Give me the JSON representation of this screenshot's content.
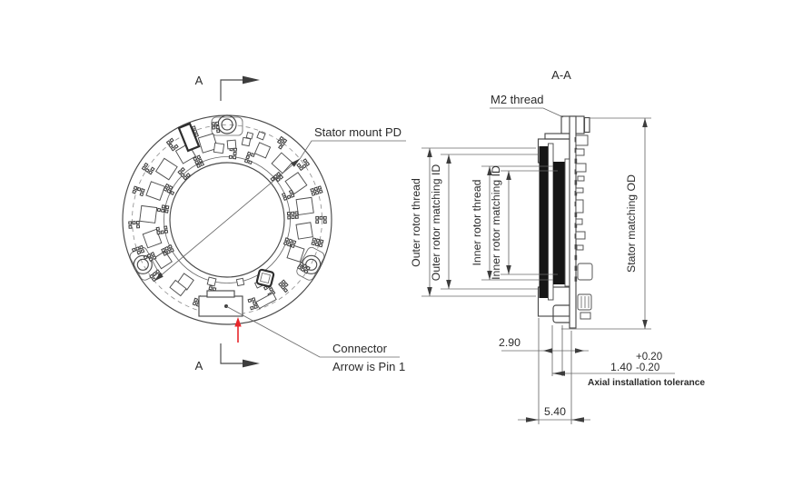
{
  "drawing_type": "engineering-drawing",
  "colors": {
    "line": "#4a4a4a",
    "dimension_line": "#6a6a6a",
    "text": "#2b2b2b",
    "accent_red": "#e8272b",
    "thread_fill": "#161616"
  },
  "front_view": {
    "section_marker_top": "A",
    "section_marker_bottom": "A",
    "stator_mount_pd_label": "Stator mount PD",
    "connector_label": "Connector",
    "connector_note": "Arrow is Pin 1"
  },
  "section_view": {
    "title": "A-A",
    "m2_thread_label": "M2 thread",
    "outer_rotor_thread_label": "Outer rotor thread",
    "outer_rotor_matching_id_label": "Outer rotor matching ID",
    "inner_rotor_thread_label": "Inner rotor thread",
    "inner_rotor_matching_id_label": "Inner rotor matching ID",
    "stator_matching_od_label": "Stator matching OD",
    "dims": {
      "stator_width": "2.90",
      "axial_tolerance_value": "1.40",
      "axial_tolerance_plus": "+0.20",
      "axial_tolerance_minus": "-0.20",
      "axial_tolerance_note": "Axial installation tolerance",
      "total_width": "5.40"
    }
  }
}
